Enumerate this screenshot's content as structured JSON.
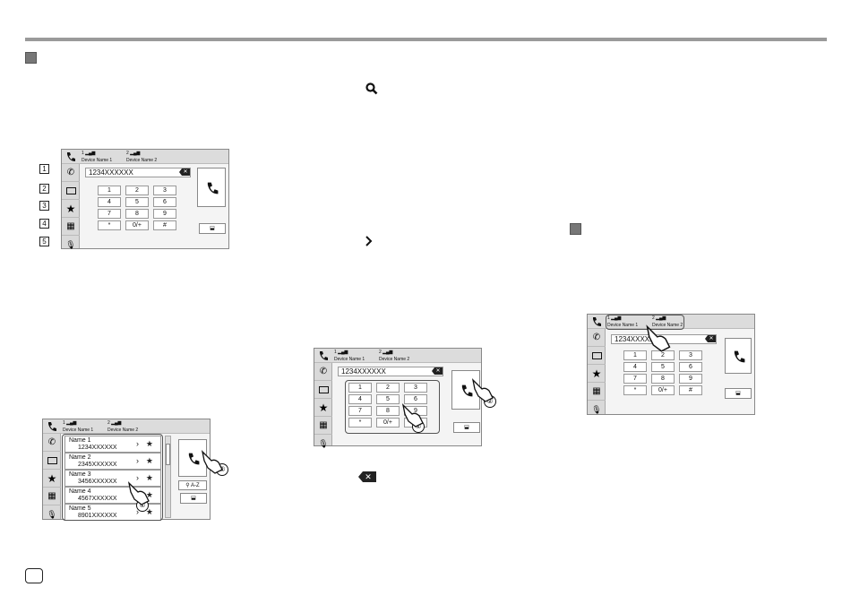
{
  "colors": {
    "rule": "#9a9a9a",
    "bullet": "#777777"
  },
  "screens": {
    "status": {
      "dev1_name": "Device Name 1",
      "dev2_name": "Device Name 2",
      "dev1_slot": "1",
      "dev2_slot": "2"
    },
    "dial_number": "1234XXXXXX",
    "backspace_label": "✕",
    "keypad": [
      "1",
      "2",
      "3",
      "4",
      "5",
      "6",
      "7",
      "8",
      "9",
      "*",
      "0/+",
      "#"
    ],
    "az_label": "A-Z",
    "callouts": [
      "1",
      "2",
      "3",
      "4",
      "5"
    ],
    "list": [
      {
        "name": "Name 1",
        "number": "1234XXXXXX"
      },
      {
        "name": "Name 2",
        "number": "2345XXXXXX"
      },
      {
        "name": "Name 3",
        "number": "3456XXXXXX"
      },
      {
        "name": "Name 4",
        "number": "4567XXXXXX"
      },
      {
        "name": "Name 5",
        "number": "8901XXXXXX"
      }
    ],
    "step_marks": {
      "one": "①",
      "two": "②"
    }
  },
  "icons": {
    "magnifier": "search-icon",
    "chevron": "chevron-right-icon",
    "backspace": "backspace-icon",
    "handset": "phone-icon"
  }
}
